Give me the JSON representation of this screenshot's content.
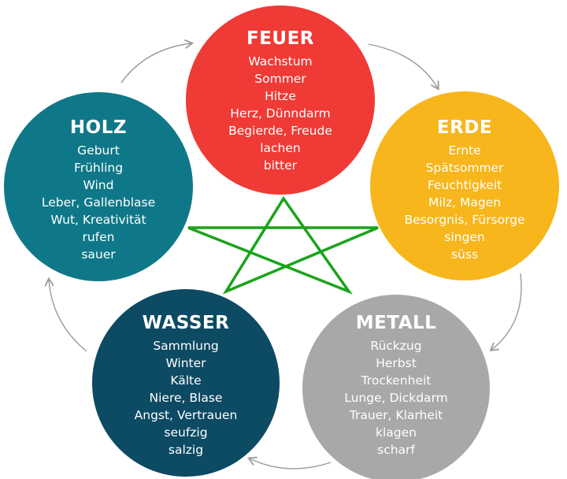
{
  "elements": [
    {
      "id": "feuer",
      "title": "FEUER",
      "color": "#f03a35",
      "lines": [
        "Wachstum",
        "Sommer",
        "Hitze",
        "Herz, Dünndarm",
        "Begierde, Freude",
        "lachen",
        "bitter"
      ]
    },
    {
      "id": "erde",
      "title": "ERDE",
      "color": "#f6b61c",
      "lines": [
        "Ernte",
        "Spätsommer",
        "Feuchtigkeit",
        "Milz, Magen",
        "Besorgnis, Fürsorge",
        "singen",
        "süss"
      ]
    },
    {
      "id": "metall",
      "title": "METALL",
      "color": "#a8a8a8",
      "lines": [
        "Rückzug",
        "Herbst",
        "Trockenheit",
        "Lunge, Dickdarm",
        "Trauer, Klarheit",
        "klagen",
        "scharf"
      ]
    },
    {
      "id": "wasser",
      "title": "WASSER",
      "color": "#0d4a63",
      "lines": [
        "Sammlung",
        "Winter",
        "Kälte",
        "Niere, Blase",
        "Angst, Vertrauen",
        "seufzig",
        "salzig"
      ]
    },
    {
      "id": "holz",
      "title": "HOLZ",
      "color": "#0f7888",
      "lines": [
        "Geburt",
        "Frühling",
        "Wind",
        "Leber, Gallenblase",
        "Wut, Kreativität",
        "rufen",
        "sauer"
      ]
    }
  ],
  "colors": {
    "star": "#1aa31a",
    "arrow": "#9a9a9a"
  }
}
